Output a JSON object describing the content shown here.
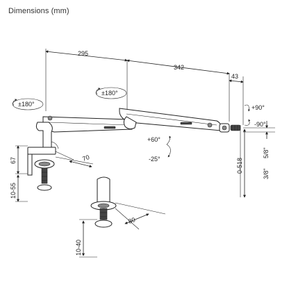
{
  "title": "Dimensions (mm)",
  "dimensions": {
    "arm_first": "295",
    "arm_second": "342",
    "head_offset": "43",
    "clamp_height": "67",
    "clamp_depth": "70",
    "clamp_thickness": "10-55",
    "vesa_height": "0-518",
    "head_upper": "5/8\"",
    "head_lower": "3/8\"",
    "grommet_depth": "80",
    "grommet_thickness": "10-40"
  },
  "rotations": {
    "base_swivel": "±180°",
    "arm_swivel": "±180°",
    "tilt_up": "+60°",
    "tilt_down": "-25°",
    "head_up": "+90°",
    "head_down": "-90°"
  }
}
